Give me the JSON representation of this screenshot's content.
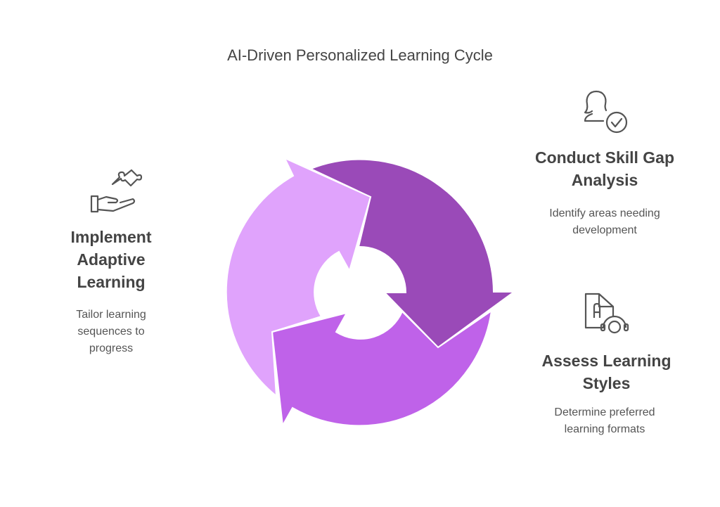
{
  "title": "AI-Driven Personalized Learning Cycle",
  "steps": [
    {
      "heading": "Conduct Skill Gap Analysis",
      "description": "Identify areas needing development",
      "icon": "user-check-icon",
      "color": "#9a4ab8"
    },
    {
      "heading": "Assess Learning Styles",
      "description": "Determine preferred learning formats",
      "icon": "document-headphones-icon",
      "color": "#bf62e9"
    },
    {
      "heading": "Implement Adaptive Learning",
      "description": "Tailor learning sequences to progress",
      "icon": "hand-puzzle-icon",
      "color": "#e0a3fc"
    }
  ]
}
